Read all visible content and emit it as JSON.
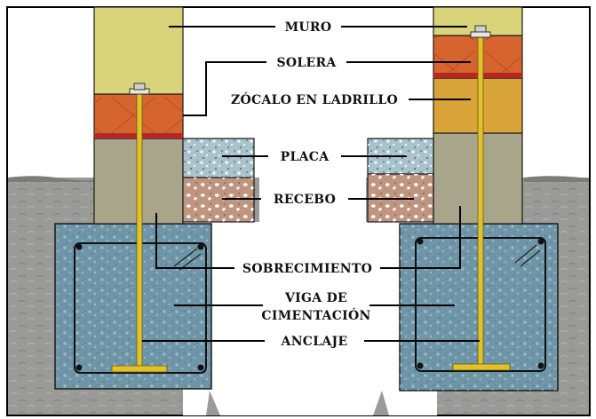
{
  "labels": {
    "muro": "MURO",
    "solera": "SOLERA",
    "zocalo": "ZÓCALO EN LADRILLO",
    "placa": "PLACA",
    "recebo": "RECEBO",
    "sobrecimiento": "SOBRECIMIENTO",
    "viga_line1": "VIGA DE",
    "viga_line2": "CIMENTACIÓN",
    "anclaje": "ANCLAJE"
  },
  "colors": {
    "wall": "#d9d47a",
    "sill": "#d5642e",
    "sill_trim": "#b82525",
    "brick_plinth": "#d9a43a",
    "plinth_concrete": "#a8a58a",
    "slab": "#a9c3cc",
    "gravel_fill": "#c09580",
    "footing": "#6f96a8",
    "ground": "#9a9a96",
    "anchor_rod": "#e0c22a",
    "leader_line": "#000000",
    "frame": "#000000"
  }
}
